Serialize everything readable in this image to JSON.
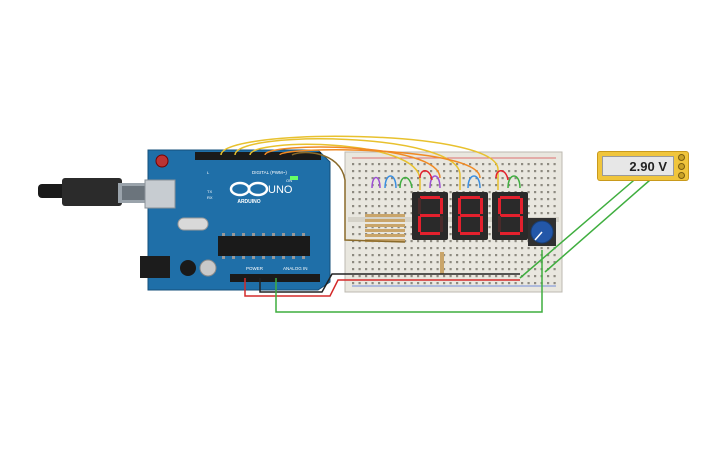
{
  "arduino": {
    "brand": "ARDUINO",
    "model": "UNO",
    "digital_header_label": "DIGITAL (PWM~)",
    "power_label": "POWER",
    "analog_label": "ANALOG IN",
    "tx_label": "TX",
    "rx_label": "RX",
    "on_label": "ON",
    "l_label": "L"
  },
  "display": {
    "digits": [
      "2",
      "8",
      "9"
    ]
  },
  "multimeter": {
    "reading": "2.90 V"
  },
  "colors": {
    "board": "#1f6fa8",
    "breadboard": "#e9e7df",
    "segment_on": "#e3202d",
    "meter_body": "#f0c53c",
    "wire_green": "#3fae3f",
    "wire_red": "#d42a2a",
    "wire_yellow": "#e8c12e",
    "wire_orange": "#f08a24",
    "wire_purple": "#9c4fd3",
    "wire_blue": "#3a8ee0",
    "wire_black": "#222222"
  }
}
